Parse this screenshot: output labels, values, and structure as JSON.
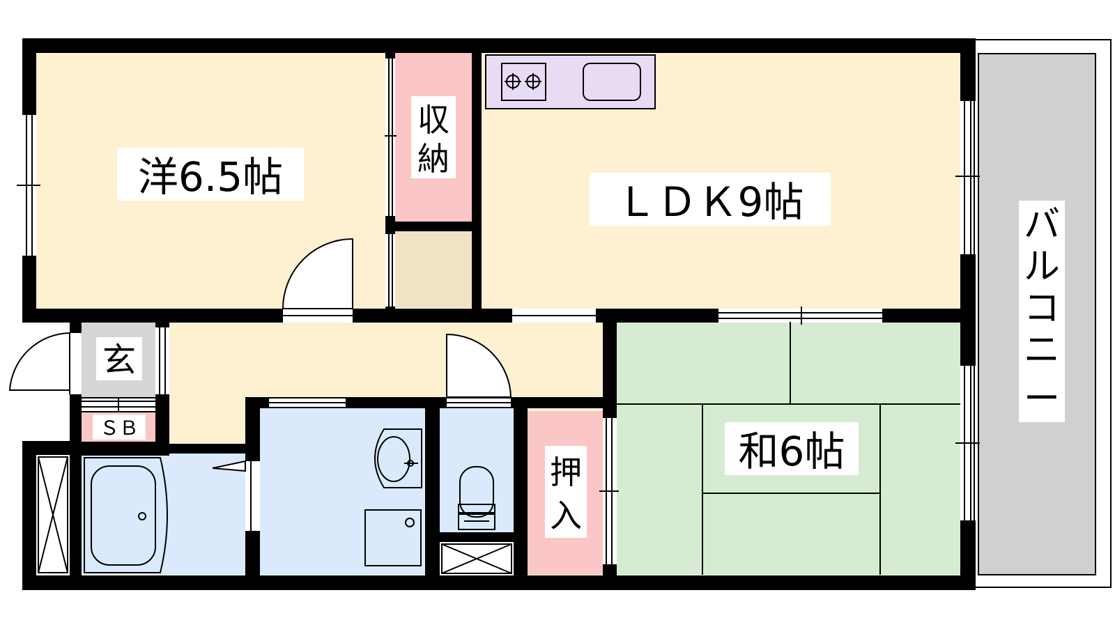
{
  "rooms": {
    "western": {
      "label": "洋6.5帖",
      "color": "#fdf1d2"
    },
    "storage": {
      "label": [
        "収",
        "納"
      ],
      "color": "#fbc6c6"
    },
    "ldk": {
      "label": "ＬＤＫ9帖",
      "color": "#fdf1d2"
    },
    "balcony": {
      "label": [
        "バ",
        "ル",
        "コ",
        "ニ",
        "ー"
      ],
      "color": "#d0d0d0"
    },
    "entrance": {
      "label": "玄",
      "color": "#d6d6d6"
    },
    "shoe_box": {
      "label": "ＳＢ",
      "color": "#fbc6c6"
    },
    "japanese": {
      "label": "和6帖",
      "color": "#d6ecd2"
    },
    "closet": {
      "label": [
        "押",
        "入"
      ],
      "color": "#fbc6c6"
    },
    "wet_area": {
      "color": "#daeafc"
    },
    "kitchen": {
      "color": "#e8dcf4"
    }
  },
  "icons": [
    "stove-icon",
    "sink-icon",
    "bathtub-icon",
    "washbasin-icon",
    "toilet-icon",
    "washing-machine-pan-icon"
  ]
}
